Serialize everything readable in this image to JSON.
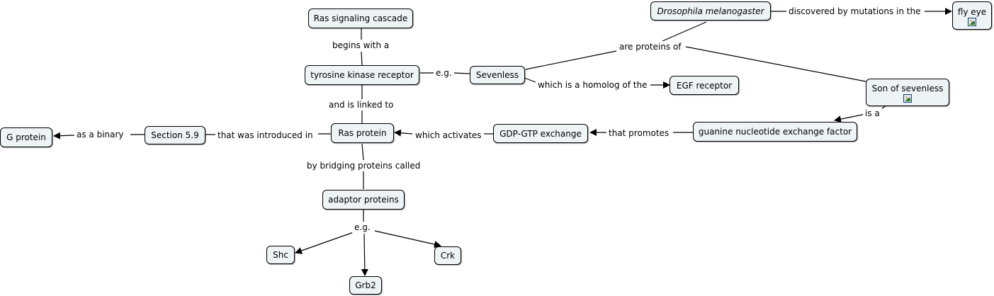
{
  "nodes": {
    "ras_cascade": "Ras signaling cascade",
    "tyrosine_kinase": "tyrosine kinase receptor",
    "sevenless": "Sevenless",
    "egf_receptor": "EGF receptor",
    "drosophila": "Drosophila melanogaster",
    "fly_eye": "fly eye",
    "son_of_sevenless": "Son of sevenless",
    "gnef": "guanine nucleotide exchange factor",
    "gdp_gtp": "GDP-GTP exchange",
    "ras_protein": "Ras protein",
    "section_59": "Section 5.9",
    "g_protein": "G protein",
    "adaptor": "adaptor proteins",
    "shc": "Shc",
    "grb2": "Grb2",
    "crk": "Crk"
  },
  "links": {
    "begins_with": "begins with a",
    "eg_sevenless": "e.g.",
    "homolog": "which is a homolog of the",
    "discovered": "discovered by mutations in the",
    "proteins_of": "are proteins of",
    "is_a": "is a",
    "linked_to": "and is linked to",
    "promotes": "that promotes",
    "activates": "which activates",
    "introduced": "that was introduced in",
    "binary": "as a binary",
    "bridging": "by bridging proteins called",
    "eg_adaptor": "e.g."
  },
  "icons": {
    "fly_eye": "image-icon",
    "son_of_sevenless": "image-icon"
  },
  "colors": {
    "node_fill": "#eef3f5",
    "line": "#000000"
  }
}
